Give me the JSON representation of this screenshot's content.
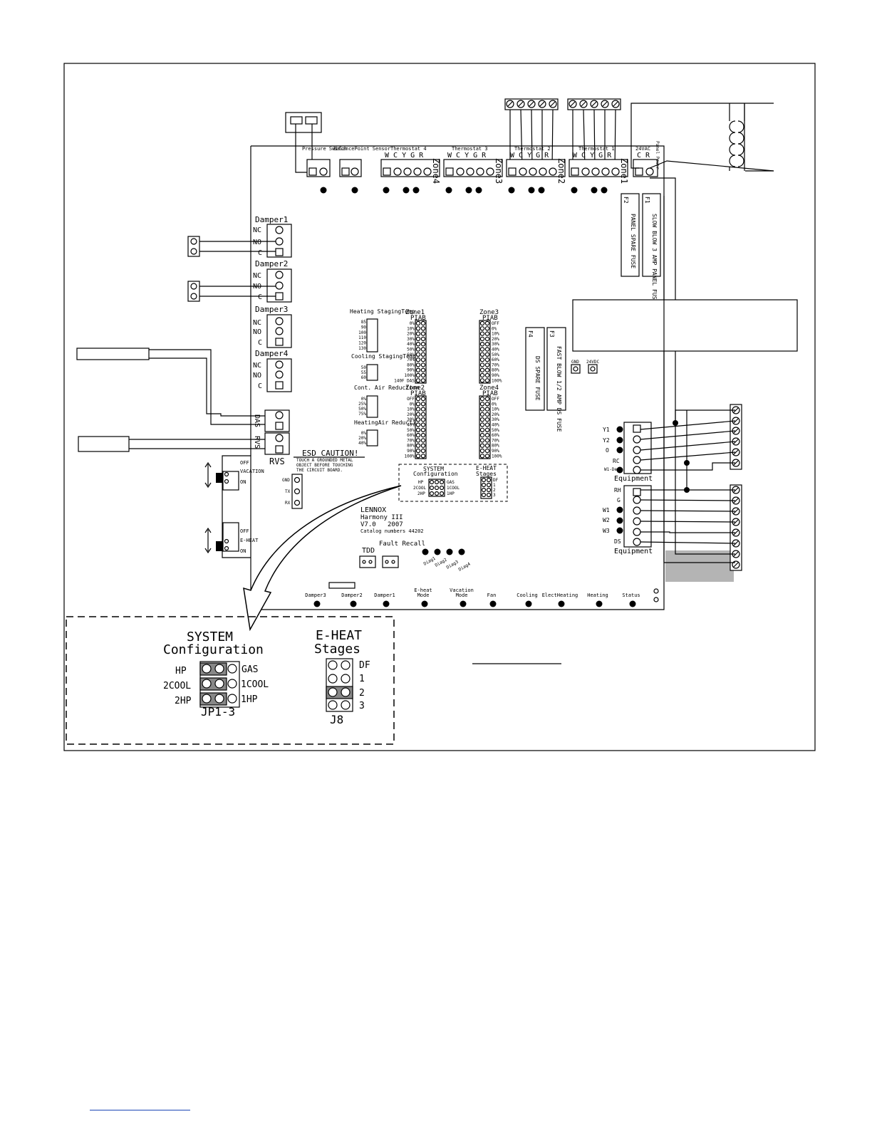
{
  "top_terminals": {
    "pressure_switch": "Pressure Switch",
    "balance_point": "BalancePoint Sensor",
    "thermostat4": "Thermostat 4",
    "thermostat3": "Thermostat 3",
    "thermostat2": "Thermostat 2",
    "thermostat1": "Thermostat 1",
    "wcygr": "W C Y G R",
    "zone4": "Zone4",
    "zone3": "Zone3",
    "zone2": "Zone2",
    "zone1": "Zone1",
    "v24ac": "24VAC",
    "cr": "C R",
    "panel_power": "Panel Power"
  },
  "fuses": {
    "f1": "F1",
    "f1_text": "SLOW BLOW 3 AMP PANEL FUSE",
    "f2": "F2",
    "f2_text": "PANEL SPARE FUSE",
    "f3": "F3",
    "f3_text": "FAST BLOW 1/2 AMP DS FUSE",
    "f4": "F4",
    "f4_text": "DS SPARE FUSE",
    "gnd": "GND",
    "v24dc": "24VDC"
  },
  "dampers": {
    "damper1": "Damper1",
    "damper2": "Damper2",
    "damper3": "Damper3",
    "damper4": "Damper4",
    "nc": "NC",
    "no": "NO",
    "c": "C",
    "das": "DAS",
    "rvs": "RVS"
  },
  "left_jumpers": {
    "heating_staging": "Heating StagingTemp",
    "heating_values": [
      "85",
      "90",
      "100",
      "110",
      "120",
      "130"
    ],
    "cooling_staging": "Cooling StagingTemp",
    "cooling_values": [
      "50",
      "55",
      "60"
    ],
    "cont_air": "Cont. Air Reduction",
    "cont_values": [
      "0%",
      "25%",
      "50%",
      "75%"
    ],
    "heating_air": "HeatingAir Reduction",
    "heating_air_values": [
      "0%",
      "20%",
      "40%"
    ]
  },
  "zone_piab": {
    "zone1": "Zone1",
    "zone2": "Zone2",
    "zone3": "Zone3",
    "zone4": "Zone4",
    "piab": "PIAB",
    "zone1_values": [
      "0%",
      "10%",
      "20%",
      "30%",
      "40%",
      "50%",
      "60%",
      "70%",
      "80%",
      "90%",
      "100%",
      "140F DAS"
    ],
    "zone_values_off": [
      "OFF",
      "0%",
      "10%",
      "20%",
      "30%",
      "40%",
      "50%",
      "60%",
      "70%",
      "80%",
      "90%",
      "100%"
    ]
  },
  "esd": {
    "title": "ESD CAUTION!",
    "line1": "TOUCH A GROUNDED METAL",
    "line2": "OBJECT BEFORE TOUCHING",
    "line3": "THE CIRCUIT BOARD."
  },
  "comm": [
    "GND",
    "TX",
    "RX"
  ],
  "switches": {
    "off": "OFF",
    "on": "ON",
    "vacation": "VACATION",
    "eheat": "E-HEAT"
  },
  "small_config": {
    "title1": "SYSTEM",
    "title2": "Configuration",
    "hp": "HP",
    "gas": "GAS",
    "cool2": "2COOL",
    "cool1": "1COOL",
    "hp2": "2HP",
    "hp1": "1HP",
    "eheat1": "E-HEAT",
    "eheat2": "Stages",
    "stages": [
      "DF",
      "1",
      "2",
      "3"
    ]
  },
  "brand": {
    "name": "LENNOX",
    "model": "Harmony III",
    "version": "V7.0",
    "year": "2007",
    "catalog": "Catalog numbers 44202"
  },
  "buttons": {
    "tdd": "TDD",
    "fault": "Fault Recall"
  },
  "diag": [
    "Diag1",
    "Diag2",
    "Diag3",
    "Diag4"
  ],
  "leds": [
    "Damper3",
    "Damper2",
    "Damper1",
    "E-heat Mode",
    "Vacation Mode",
    "Fan",
    "Cooling",
    "ElectHeating",
    "Heating",
    "Status"
  ],
  "equipment": {
    "label": "Equipment",
    "top": [
      "Y1",
      "Y2",
      "O",
      "RC",
      "W1-Def"
    ],
    "bottom": [
      "RH",
      "G",
      "W1",
      "W2",
      "W3",
      "DS"
    ]
  },
  "detail": {
    "sys1": "SYSTEM",
    "sys2": "Configuration",
    "hp": "HP",
    "gas": "GAS",
    "cool2": "2COOL",
    "cool1": "1COOL",
    "hp2": "2HP",
    "hp1": "1HP",
    "jp": "JP1-3",
    "eheat1": "E-HEAT",
    "eheat2": "Stages",
    "df": "DF",
    "s1": "1",
    "s2": "2",
    "s3": "3",
    "j8": "J8"
  }
}
